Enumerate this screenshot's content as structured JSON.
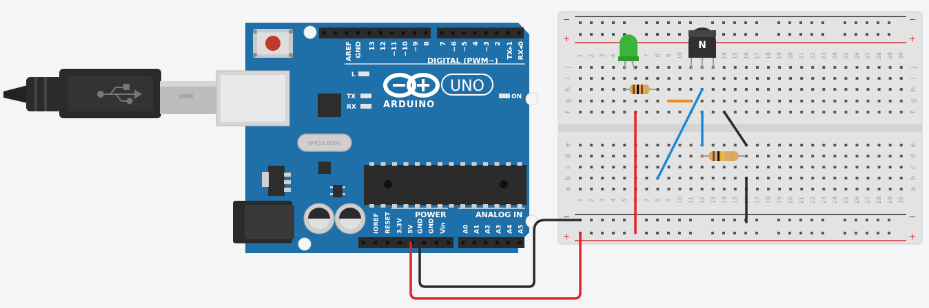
{
  "arduino": {
    "brand": "ARDUINO",
    "model": "UNO",
    "digital_label": "DIGITAL (PWM~)",
    "power_label": "POWER",
    "analog_label": "ANALOG IN",
    "crystal_label": "SPK16.000G",
    "led_labels": {
      "l": "L",
      "tx": "TX",
      "rx": "RX",
      "on": "ON"
    },
    "top_pins": [
      "AREF",
      "GND",
      "13",
      "12",
      "~11",
      "~10",
      "~9",
      "8",
      "7",
      "~6",
      "~5",
      "4",
      "~3",
      "2",
      "TX▸1",
      "RX◂0"
    ],
    "power_pins": [
      "IOREF",
      "RESET",
      "3.3V",
      "5V",
      "GND",
      "GND",
      "Vin"
    ],
    "analog_pins": [
      "A0",
      "A1",
      "A2",
      "A3",
      "A4",
      "A5"
    ]
  },
  "breadboard": {
    "columns": 30,
    "rows_top": [
      "j",
      "i",
      "h",
      "g",
      "f"
    ],
    "rows_bottom": [
      "e",
      "d",
      "c",
      "b",
      "a"
    ],
    "rail_plus": "+",
    "rail_minus": "−"
  },
  "transistor": {
    "label": "N"
  },
  "colors": {
    "board": "#1f6fa8",
    "board_dark": "#175a8a",
    "wire_red": "#e0262b",
    "wire_black": "#2a2a2a",
    "wire_blue": "#1e88d8",
    "wire_orange": "#f08a18",
    "led_green": "#3cb43c"
  }
}
